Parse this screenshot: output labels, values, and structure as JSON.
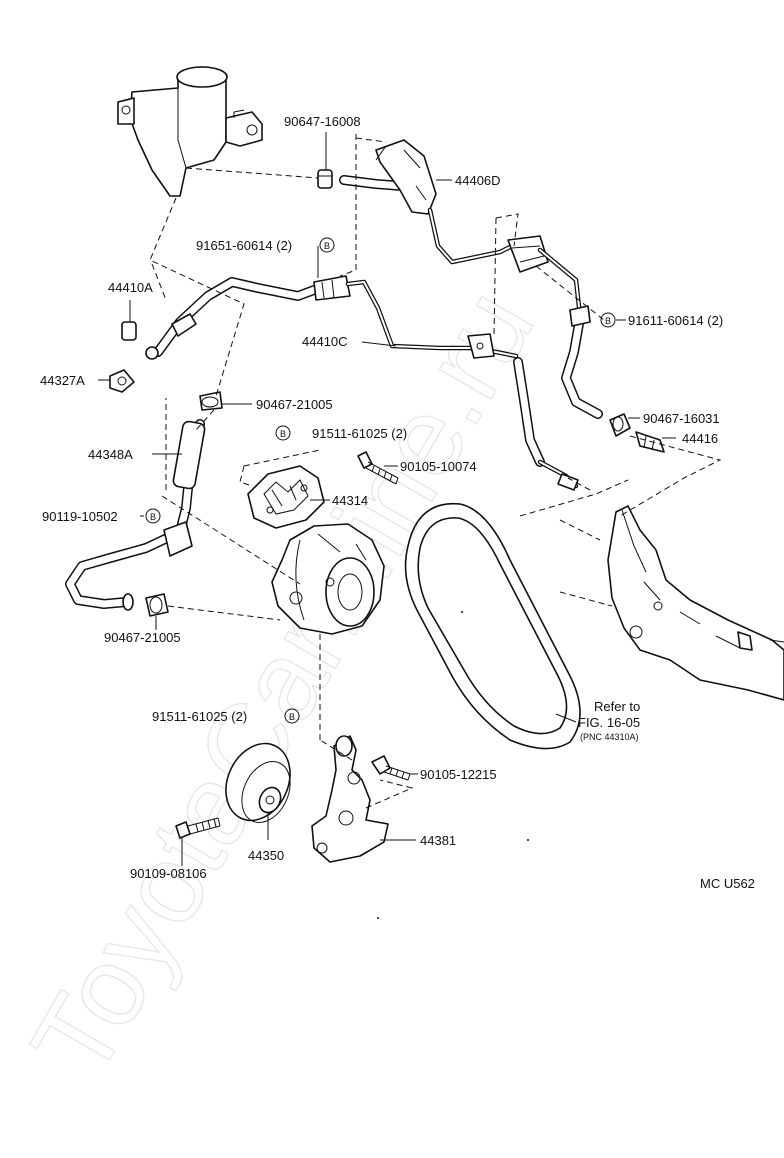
{
  "watermark": "ToyotaCarMine.ru",
  "diagram_code": "MC U562",
  "bolt_mark": "B",
  "refer": {
    "line1": "Refer to",
    "line2": "FIG. 16-05",
    "line3": "(PNC 44310A)"
  },
  "labels": {
    "p90647_16008": "90647-16008",
    "p44406D": "44406D",
    "p91651_60614": "91651-60614 (2)",
    "p44410A": "44410A",
    "p91611_60614": "91611-60614 (2)",
    "p44410C": "44410C",
    "p44327A": "44327A",
    "p90467_21005_top": "90467-21005",
    "p90467_16031": "90467-16031",
    "p91511_61025_top": "91511-61025 (2)",
    "p44416": "44416",
    "p44348A": "44348A",
    "p90105_10074": "90105-10074",
    "p44314": "44314",
    "p90119_10502": "90119-10502",
    "p90467_21005_bot": "90467-21005",
    "p91511_61025_bot": "91511-61025 (2)",
    "p90105_12215": "90105-12215",
    "p44381": "44381",
    "p44350": "44350",
    "p90109_08106": "90109-08106"
  }
}
